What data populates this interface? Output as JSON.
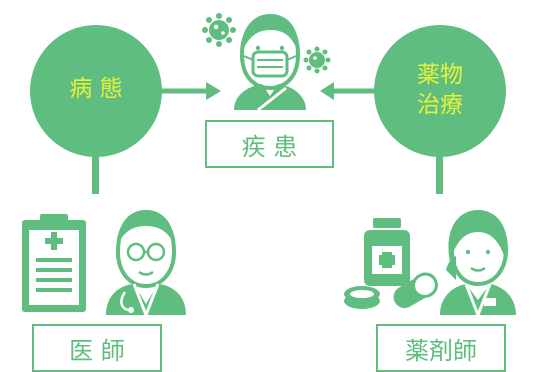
{
  "colors": {
    "primary_green": "#5fbd7f",
    "label_yellow": "#e6f23a",
    "background": "#ffffff"
  },
  "nodes": {
    "pathology": {
      "label": "病 態",
      "icon": "pathology-circle"
    },
    "treatment": {
      "label_line1": "薬物",
      "label_line2": "治療",
      "icon": "drug-treatment-circle"
    },
    "patient": {
      "label": "疾 患",
      "icon": "masked-patient-with-virus-icon"
    },
    "doctor": {
      "label": "医 師",
      "icon": "doctor-with-clipboard-icon"
    },
    "pharmacist": {
      "label": "薬剤師",
      "icon": "pharmacist-with-medicine-icon"
    }
  }
}
